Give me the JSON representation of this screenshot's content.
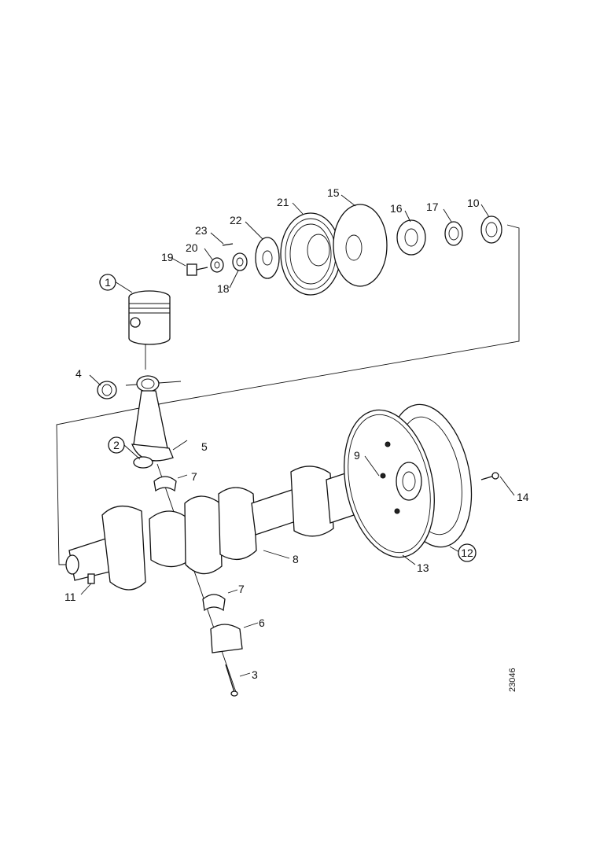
{
  "drawing_ref": "23046",
  "callouts": {
    "c1": "1",
    "c2": "2",
    "c3": "3",
    "c4": "4",
    "c5": "5",
    "c6": "6",
    "c7a": "7",
    "c7b": "7",
    "c8": "8",
    "c9": "9",
    "c10": "10",
    "c11": "11",
    "c12": "12",
    "c13": "13",
    "c14": "14",
    "c15": "15",
    "c16": "16",
    "c17": "17",
    "c18": "18",
    "c19": "19",
    "c20": "20",
    "c21": "21",
    "c22": "22",
    "c23": "23"
  }
}
